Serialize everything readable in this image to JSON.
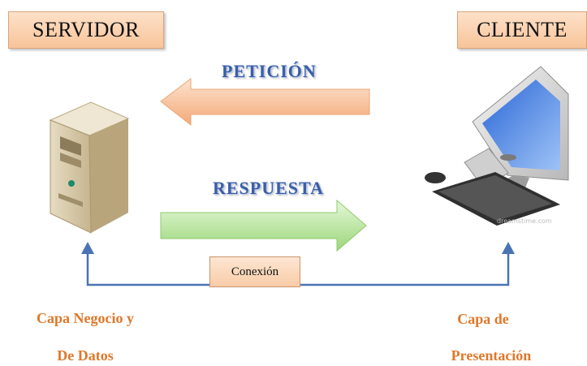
{
  "server_title": "SERVIDOR",
  "client_title": "CLIENTE",
  "request_label": "PETICIÓN",
  "response_label": "RESPUESTA",
  "connection_label": "Conexión",
  "server_caption": [
    "Capa Negocio y",
    "De Datos"
  ],
  "client_caption": [
    "Capa de",
    "Presentación"
  ],
  "watermark": "dreamstime.com",
  "colors": {
    "request_arrow": "#f7b98d",
    "response_arrow": "#b6e49a",
    "connection_line": "#4a73b3",
    "caption_text": "#e0782a",
    "arrow_label_text": "#3a5ea8"
  },
  "icons": [
    "server-tower-icon",
    "desktop-computer-icon"
  ]
}
